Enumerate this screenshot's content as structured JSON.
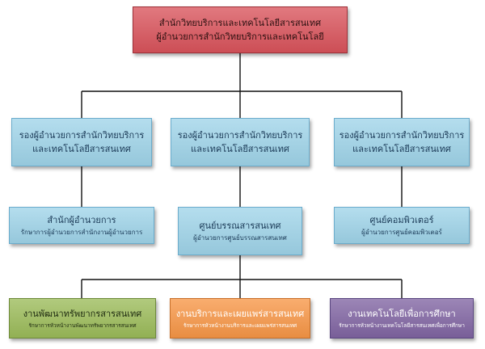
{
  "root": {
    "title": "สำนักวิทยบริการและเทคโนโลยีสารสนเทศ",
    "subtitle": "ผู้อำนวยการสำนักวิทยบริการและเทคโนโลยี"
  },
  "deputies": [
    {
      "line1": "รองผู้อำนวยการสำนักวิทยบริการ",
      "line2": "และเทคโนโลยีสารสนเทศ"
    },
    {
      "line1": "รองผู้อำนวยการสำนักวิทยบริการ",
      "line2": "และเทคโนโลยีสารสนเทศ"
    },
    {
      "line1": "รองผู้อำนวยการสำนักวิทยบริการ",
      "line2": "และเทคโนโลยีสารสนเทศ"
    }
  ],
  "units": [
    {
      "name": "สำนักผู้อำนวยการ",
      "head": "รักษาการผู้อำนวยการสำนักงานผู้อำนวยการ"
    },
    {
      "name": "ศูนย์บรรณสารสนเทศ",
      "head": "ผู้อำนวยการศูนย์บรรณสารสนเทศ"
    },
    {
      "name": "ศูนย์คอมพิวเตอร์",
      "head": "ผู้อำนวยการศูนย์คอมพิวเตอร์"
    }
  ],
  "sections": [
    {
      "name": "งานพัฒนาทรัพยากรสารสนเทศ",
      "head": "รักษาการหัวหน้างานพัฒนาทรัพยากรสารสนเทศ"
    },
    {
      "name": "งานบริการและเผยแพร่สารสนเทศ",
      "head": "รักษาการหัวหน้างานบริการและเผยแพร่สารสนเทศ"
    },
    {
      "name": "งานเทคโนโลยีเพื่อการศึกษา",
      "head": "รักษาการหัวหน้างานเทคโนโลยีสารสนเทศเพื่อการศึกษา"
    }
  ],
  "colors": {
    "root": "#d9535b",
    "blue": "#9fd4e9",
    "green": "#9bbb59",
    "orange": "#f79646",
    "purple": "#8064a2"
  }
}
